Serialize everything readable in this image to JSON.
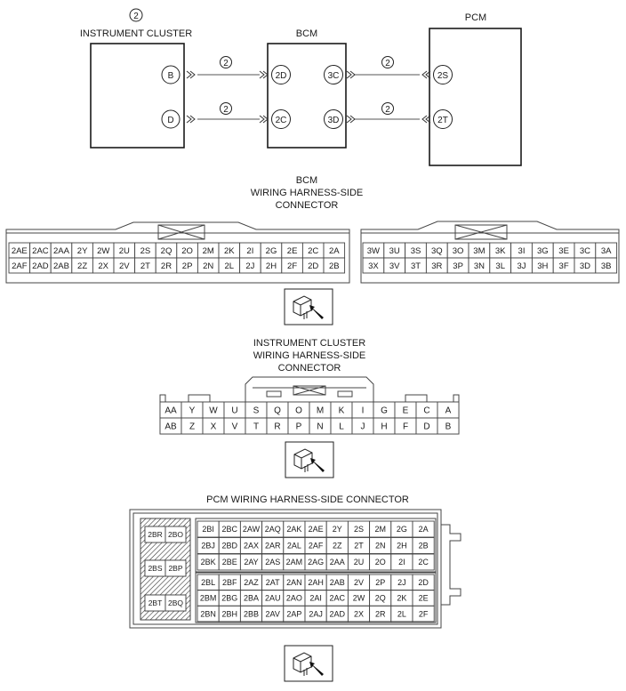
{
  "diagram": {
    "note_marker": "2",
    "modules": {
      "cluster": "INSTRUMENT CLUSTER",
      "bcm": "BCM",
      "pcm": "PCM"
    },
    "terminals": {
      "cluster": [
        "B",
        "D"
      ],
      "bcm_left": [
        "2D",
        "2C"
      ],
      "bcm_right": [
        "3C",
        "3D"
      ],
      "pcm": [
        "2S",
        "2T"
      ]
    },
    "wire_markers": [
      "2",
      "2",
      "2",
      "2"
    ]
  },
  "bcm_connector": {
    "title_lines": [
      "BCM",
      "WIRING HARNESS-SIDE",
      "CONNECTOR"
    ],
    "block_a": {
      "top": [
        "2AE",
        "2AC",
        "2AA",
        "2Y",
        "2W",
        "2U",
        "2S",
        "2Q",
        "2O",
        "2M",
        "2K",
        "2I",
        "2G",
        "2E",
        "2C",
        "2A"
      ],
      "bottom": [
        "2AF",
        "2AD",
        "2AB",
        "2Z",
        "2X",
        "2V",
        "2T",
        "2R",
        "2P",
        "2N",
        "2L",
        "2J",
        "2H",
        "2F",
        "2D",
        "2B"
      ]
    },
    "block_b": {
      "top": [
        "3W",
        "3U",
        "3S",
        "3Q",
        "3O",
        "3M",
        "3K",
        "3I",
        "3G",
        "3E",
        "3C",
        "3A"
      ],
      "bottom": [
        "3X",
        "3V",
        "3T",
        "3R",
        "3P",
        "3N",
        "3L",
        "3J",
        "3H",
        "3F",
        "3D",
        "3B"
      ]
    }
  },
  "cluster_connector": {
    "title_lines": [
      "INSTRUMENT CLUSTER",
      "WIRING HARNESS-SIDE",
      "CONNECTOR"
    ],
    "top": [
      "AA",
      "Y",
      "W",
      "U",
      "S",
      "Q",
      "O",
      "M",
      "K",
      "I",
      "G",
      "E",
      "C",
      "A"
    ],
    "bottom": [
      "AB",
      "Z",
      "X",
      "V",
      "T",
      "R",
      "P",
      "N",
      "L",
      "J",
      "H",
      "F",
      "D",
      "B"
    ]
  },
  "pcm_connector": {
    "title": "PCM WIRING HARNESS-SIDE CONNECTOR",
    "left_block": [
      [
        "2BR",
        "2BO"
      ],
      [
        "2BS",
        "2BP"
      ],
      [
        "2BT",
        "2BQ"
      ]
    ],
    "upper_grid": [
      [
        "2BI",
        "2BC",
        "2AW",
        "2AQ",
        "2AK",
        "2AE",
        "2Y",
        "2S",
        "2M",
        "2G",
        "2A"
      ],
      [
        "2BJ",
        "2BD",
        "2AX",
        "2AR",
        "2AL",
        "2AF",
        "2Z",
        "2T",
        "2N",
        "2H",
        "2B"
      ],
      [
        "2BK",
        "2BE",
        "2AY",
        "2AS",
        "2AM",
        "2AG",
        "2AA",
        "2U",
        "2O",
        "2I",
        "2C"
      ]
    ],
    "lower_grid": [
      [
        "2BL",
        "2BF",
        "2AZ",
        "2AT",
        "2AN",
        "2AH",
        "2AB",
        "2V",
        "2P",
        "2J",
        "2D"
      ],
      [
        "2BM",
        "2BG",
        "2BA",
        "2AU",
        "2AO",
        "2AI",
        "2AC",
        "2W",
        "2Q",
        "2K",
        "2E"
      ],
      [
        "2BN",
        "2BH",
        "2BB",
        "2AV",
        "2AP",
        "2AJ",
        "2AD",
        "2X",
        "2R",
        "2L",
        "2F"
      ]
    ]
  },
  "icons": [
    "connector-view-icon",
    "connector-view-icon",
    "connector-view-icon"
  ]
}
